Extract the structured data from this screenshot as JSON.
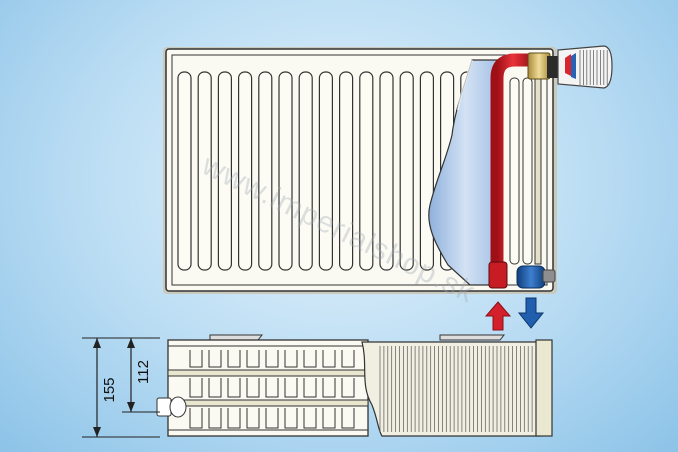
{
  "watermark": "www.imperialshop.sk",
  "dimensions": {
    "outer_height": "155",
    "inner_height": "112"
  },
  "colors": {
    "supply": "#d4202a",
    "return": "#1f5fae",
    "panel": "#fbfaf2",
    "water": "#a9c4e6"
  },
  "icons": [
    "thermostat-valve-icon",
    "supply-arrow-icon",
    "return-arrow-icon"
  ]
}
